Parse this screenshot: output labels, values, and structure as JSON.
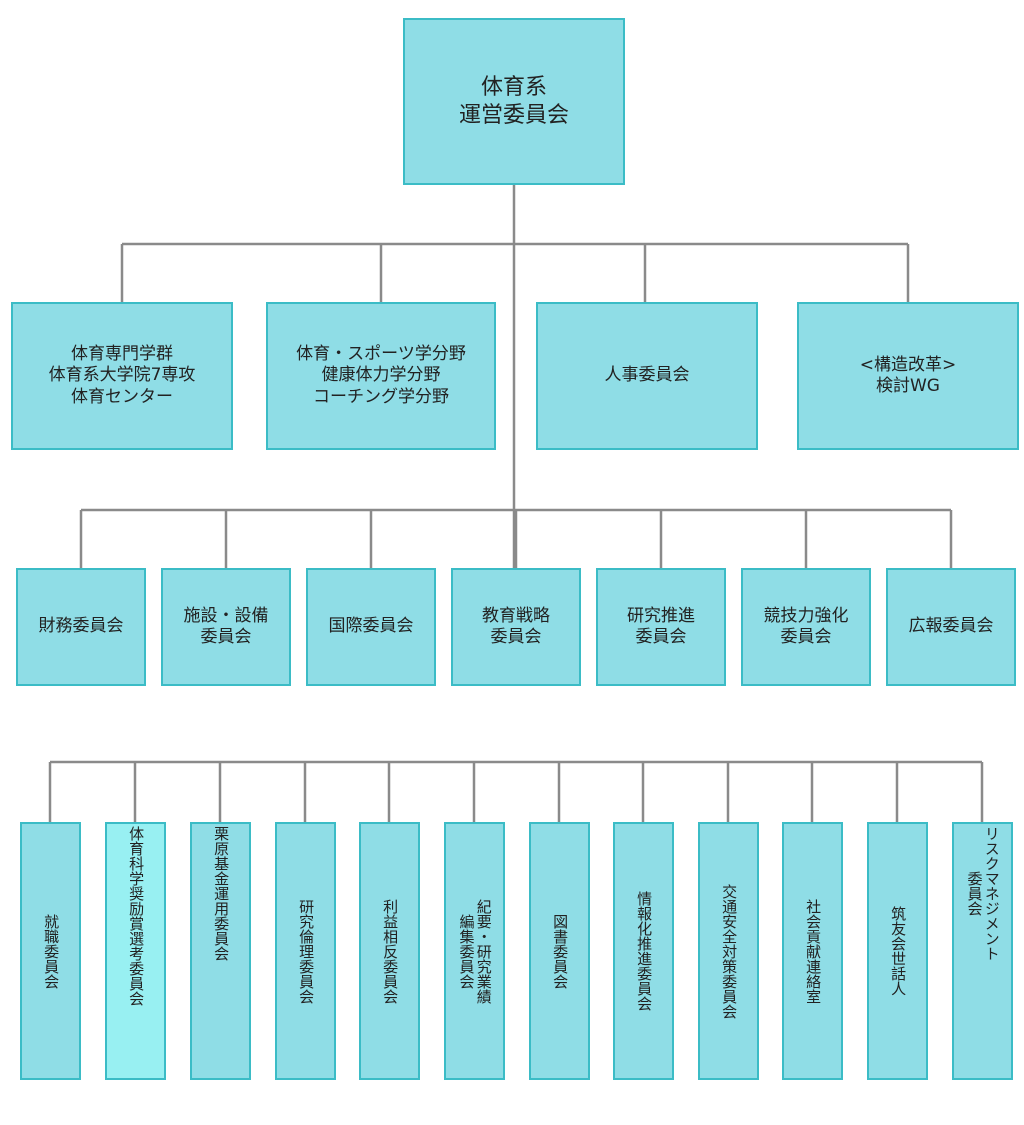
{
  "root": {
    "label": "体育系\n運営委員会"
  },
  "level1": [
    {
      "label": "体育専門学群\n体育系大学院7専攻\n体育センター"
    },
    {
      "label": "体育・スポーツ学分野\n健康体力学分野\nコーチング学分野"
    },
    {
      "label": "人事委員会"
    },
    {
      "label": "<構造改革>\n検討WG"
    }
  ],
  "level2": [
    {
      "label": "財務委員会"
    },
    {
      "label": "施設・設備\n委員会"
    },
    {
      "label": "国際委員会"
    },
    {
      "label": "教育戦略\n委員会"
    },
    {
      "label": "研究推進\n委員会"
    },
    {
      "label": "競技力強化\n委員会"
    },
    {
      "label": "広報委員会"
    }
  ],
  "level3": [
    {
      "label": "就職委員会"
    },
    {
      "label": "体育科学奨励賞選考委員会"
    },
    {
      "label": "栗原基金運用委員会"
    },
    {
      "label": "研究倫理委員会"
    },
    {
      "label": "利益相反委員会"
    },
    {
      "label": "紀要・研究業績\n編集委員会"
    },
    {
      "label": "図書委員会"
    },
    {
      "label": "情報化推進委員会"
    },
    {
      "label": "交通安全対策委員会"
    },
    {
      "label": "社会貢献連絡室"
    },
    {
      "label": "筑友会世話人"
    },
    {
      "label": "リスクマネジメント\n委員会"
    }
  ],
  "colors": {
    "fill": "#8fdde6",
    "border": "#3bbcc6",
    "highlight": "#98f0f2",
    "line": "#8a8a8a"
  }
}
